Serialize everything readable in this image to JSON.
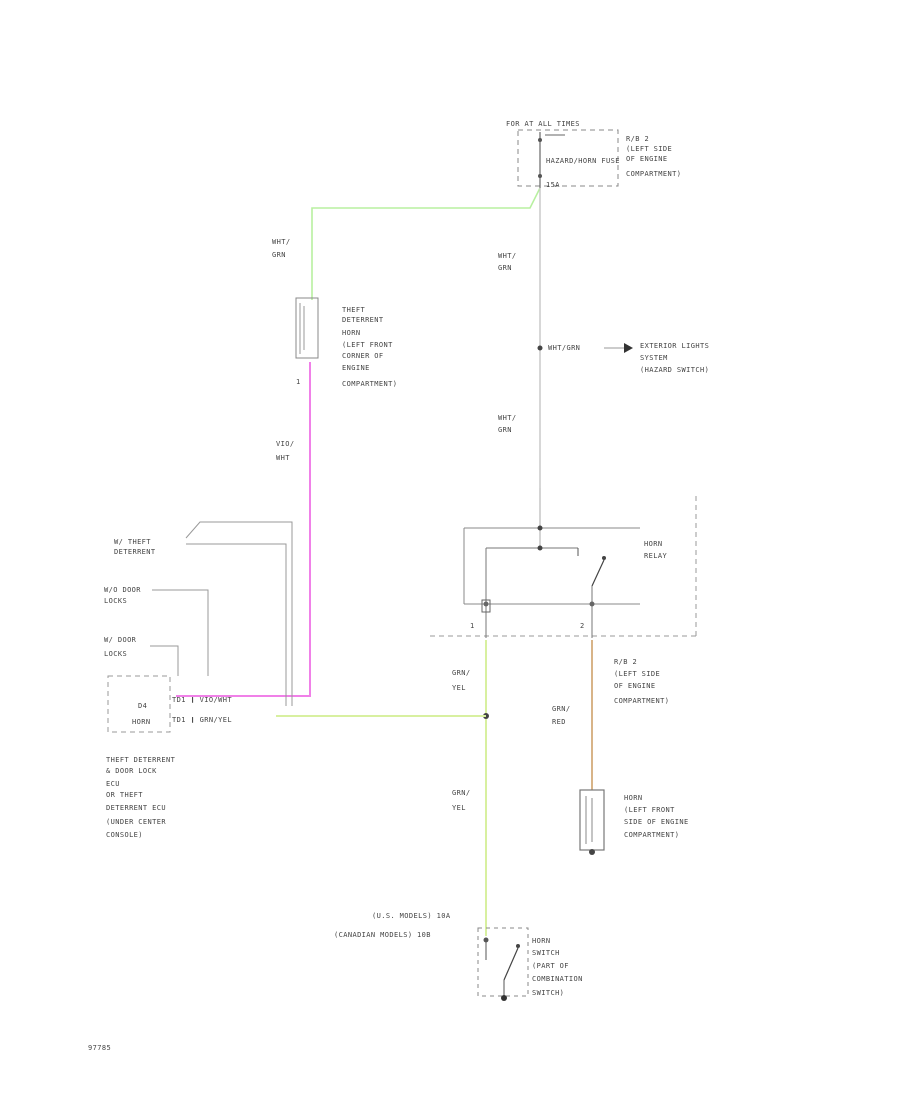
{
  "diagram": {
    "fuse": {
      "title": "FOR AT ALL TIMES",
      "fuse_name": "HAZARD/HORN FUSE",
      "fuse_rating": "15A",
      "box_label": [
        "R/B 2",
        "(LEFT SIDE",
        "OF ENGINE",
        "COMPARTMENT)"
      ]
    },
    "wires": {
      "wht_grn_1": [
        "WHT/",
        "GRN"
      ],
      "wht_grn_2": [
        "WHT/",
        "GRN"
      ],
      "wht_grn_3": [
        "WHT/",
        "GRN"
      ],
      "vio_wht": [
        "VIO/",
        "WHT"
      ],
      "grn_yel_1": [
        "GRN/",
        "YEL"
      ],
      "grn_red": [
        "GRN/",
        "RED"
      ],
      "grn_yel_2": [
        "GRN/",
        "YEL"
      ],
      "splice_label": "WHT/GRN"
    },
    "theft_horn": {
      "label": [
        "THEFT",
        "DETERRENT",
        "HORN",
        "(LEFT FRONT",
        "CORNER OF",
        "ENGINE",
        "COMPARTMENT)"
      ],
      "pin": "1"
    },
    "exterior_lights": {
      "label": [
        "EXTERIOR LIGHTS",
        "SYSTEM",
        "(HAZARD SWITCH)"
      ]
    },
    "horn_relay": {
      "label": [
        "HORN",
        "RELAY"
      ],
      "pin_left": "1",
      "pin_right": "2"
    },
    "rb2_relay": {
      "label": [
        "R/B 2",
        "(LEFT SIDE",
        "OF ENGINE",
        "COMPARTMENT)"
      ]
    },
    "horn": {
      "label": [
        "HORN",
        "(LEFT FRONT",
        "SIDE OF ENGINE",
        "COMPARTMENT)"
      ]
    },
    "ecu": {
      "input_theft": [
        "W/ THEFT",
        "DETERRENT"
      ],
      "input_wo_door": [
        "W/O DOOR",
        "LOCKS"
      ],
      "input_w_door": [
        "W/ DOOR",
        "LOCKS"
      ],
      "connector": "D4",
      "sub": "HORN",
      "pin1": "TD1  ❙  VIO/WHT",
      "pin2": "TD1  ❙  GRN/YEL",
      "label": [
        "THEFT DETERRENT",
        "& DOOR LOCK",
        "ECU",
        "OR  THEFT",
        "DETERRENT ECU",
        "(UNDER CENTER",
        "CONSOLE)"
      ]
    },
    "horn_switch": {
      "us_models": "(U.S. MODELS)   10A",
      "canadian_models": "(CANADIAN MODELS)   10B",
      "label": [
        "HORN",
        "SWITCH",
        "(PART OF",
        "COMBINATION",
        "SWITCH)"
      ]
    },
    "page_code": "97785"
  }
}
